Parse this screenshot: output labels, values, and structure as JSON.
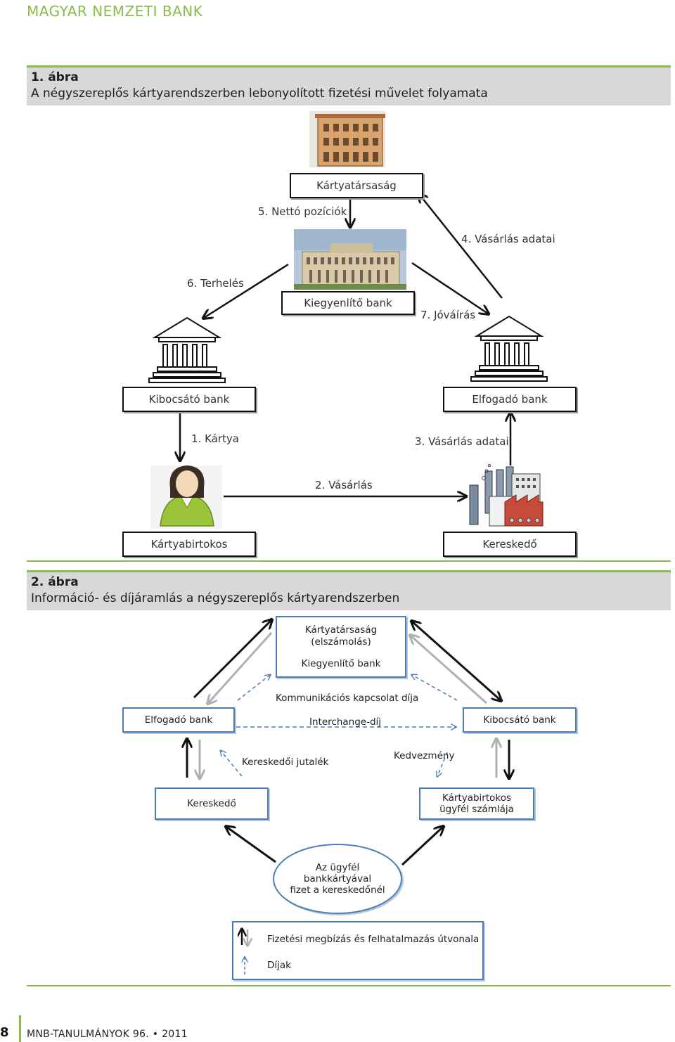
{
  "header": {
    "brand": "MAGYAR NEMZETI BANK"
  },
  "figure1": {
    "number": "1. ábra",
    "title": "A négyszereplős kártyarendszerben lebonyolított fizetési művelet folyamata",
    "nodes": {
      "card_company": "Kártyatársaság",
      "settlement_bank": "Kiegyenlítő bank",
      "issuer_bank": "Kibocsátó bank",
      "acquirer_bank": "Elfogadó bank",
      "cardholder": "Kártyabirtokos",
      "merchant": "Kereskedő"
    },
    "steps": {
      "s1": "1. Kártya",
      "s2": "2. Vásárlás",
      "s3": "3. Vásárlás adatai",
      "s4": "4. Vásárlás adatai",
      "s5": "5. Nettó pozíciók",
      "s6": "6. Terhelés",
      "s7": "7. Jóváírás"
    },
    "icons": [
      "building-icon",
      "bank-building-photo-icon",
      "temple-bank-icon",
      "person-icon",
      "factory-icon"
    ]
  },
  "figure2": {
    "number": "2. ábra",
    "title": "Információ- és díjáramlás a négyszereplős kártyarendszerben",
    "nodes": {
      "center_line1": "Kártyatársaság",
      "center_line2": "(elszámolás)",
      "center_line3": "Kiegyenlítő bank",
      "acquirer": "Elfogadó bank",
      "issuer": "Kibocsátó bank",
      "merchant": "Kereskedő",
      "account_line1": "Kártyabirtokos",
      "account_line2": "ügyfél számlája",
      "oval_line1": "Az ügyfél",
      "oval_line2": "bankkártyával",
      "oval_line3": "fizet a kereskedőnél"
    },
    "labels": {
      "comm_fee": "Kommunikációs kapcsolat díja",
      "interchange": "Interchange-díj",
      "merchant_fee": "Kereskedői jutalék",
      "discount": "Kedvezmény"
    },
    "legend": {
      "payment_path": "Fizetési megbízás és felhatalmazás útvonala",
      "fees": "Díjak"
    },
    "colors": {
      "accent_blue": "#4a7cb7",
      "dashed_blue": "#4a7cb7",
      "gray_arrow": "#b0b0b0"
    }
  },
  "footer": {
    "page_number": "8",
    "publication": "MNB-TANULMÁNYOK 96. • 2011"
  },
  "colors": {
    "brand_green": "#8db84a",
    "header_gray": "#d9d8d6"
  }
}
